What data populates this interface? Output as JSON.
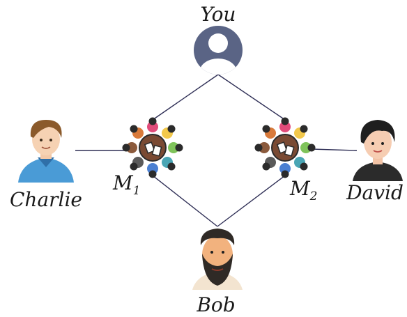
{
  "nodes": {
    "you": {
      "label": "You"
    },
    "charlie": {
      "label": "Charlie"
    },
    "david": {
      "label": "David"
    },
    "bob": {
      "label": "Bob"
    },
    "m1": {
      "letter": "M",
      "subscript": "1"
    },
    "m2": {
      "letter": "M",
      "subscript": "2"
    }
  },
  "colors": {
    "edge": "#2e2e55",
    "avatar_bg": "#5a6485",
    "meeting_ring": "#2b2b2b",
    "meeting_table": "#7a4a33"
  },
  "icons": {
    "you": "default-avatar-icon",
    "charlie": "boy-avatar-icon",
    "david": "man-avatar-icon",
    "bob": "bearded-man-avatar-icon",
    "m1": "meeting-group-icon",
    "m2": "meeting-group-icon"
  }
}
